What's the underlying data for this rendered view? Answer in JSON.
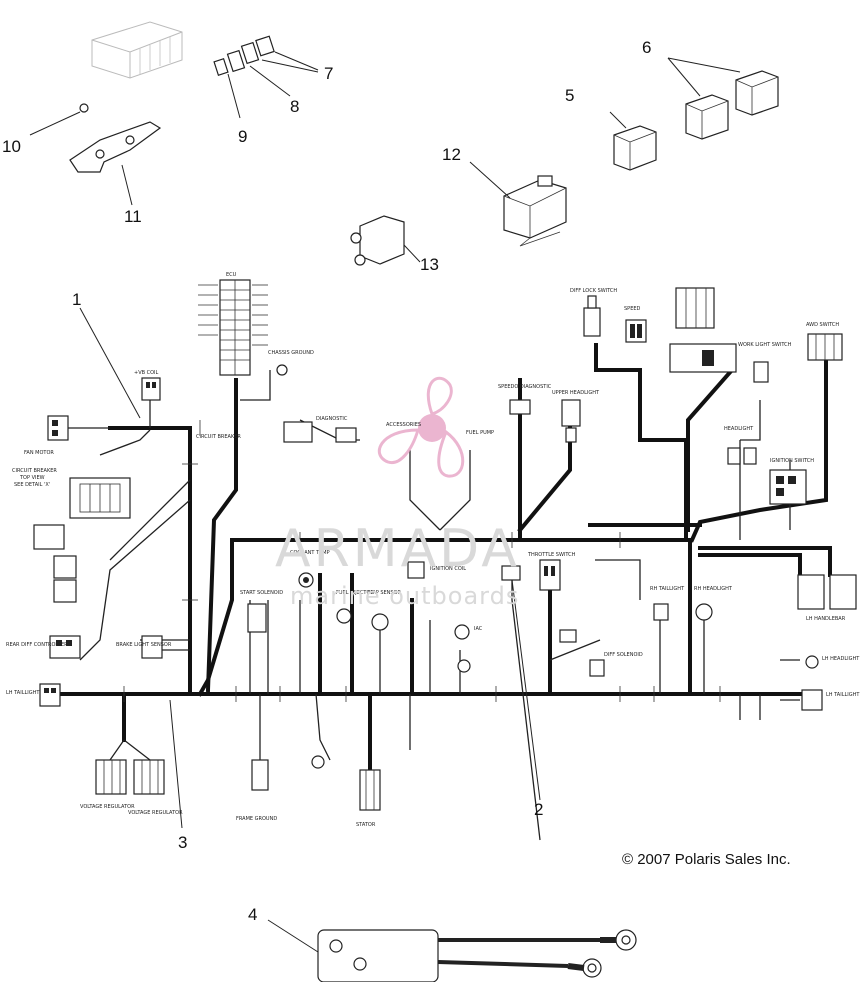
{
  "callouts": {
    "c1": "1",
    "c2": "2",
    "c3": "3",
    "c4": "4",
    "c5": "5",
    "c6": "6",
    "c7": "7",
    "c8": "8",
    "c9": "9",
    "c10": "10",
    "c11": "11",
    "c12": "12",
    "c13": "13"
  },
  "labels": {
    "ecu": "ECU",
    "coil": "+VB COIL",
    "fan_motor": "FAN MOTOR",
    "circuit_breaker": "CIRCUIT BREAKER",
    "top_view": "TOP VIEW",
    "see_detail": "SEE DETAIL 'X'",
    "circuit_breaker_2": "CIRCUIT BREAKER",
    "chassis_ground": "CHASSIS GROUND",
    "diagnostic": "DIAGNOSTIC",
    "accessories": "ACCESSORIES",
    "fuel_pump": "FUEL PUMP",
    "speedo_diagnostic": "SPEEDO DIAGNOSTIC",
    "upper_headlight": "UPPER HEADLIGHT",
    "diff_lock_switch": "DIFF LOCK SWITCH",
    "speed": "SPEED",
    "work_light_switch": "WORK LIGHT SWITCH",
    "headlight": "HEADLIGHT",
    "ignition_switch": "IGNITION SWITCH",
    "awd_switch": "AWD SWITCH",
    "coolant_temp": "COOLANT TEMP",
    "ignition_coil": "IGNITION COIL",
    "throttle_switch": "THROTTLE SWITCH",
    "start_solenoid": "START SOLENOID",
    "fuel_injector": "FUEL INJECTOR",
    "map_sensor": "MAP SENSOR",
    "tail_light_rh": "RH TAILLIGHT",
    "rh_headlight": "RH HEADLIGHT",
    "lh_handlebar": "LH HANDLEBAR",
    "rear_diff_controller": "REAR DIFF CONTROLLER",
    "brake_light_sensor": "BRAKE LIGHT SENSOR",
    "tac": "IAC",
    "diff_solenoid": "DIFF SOLENOID",
    "voltage_regulator_1": "VOLTAGE REGULATOR",
    "voltage_regulator_2": "VOLTAGE REGULATOR",
    "stator": "STATOR",
    "frame_ground": "FRAME GROUND",
    "lh_headlight": "LH HEADLIGHT",
    "lh_taillight": "LH TAILLIGHT",
    "lh_tail_right": "LH TAILLIGHT"
  },
  "copyright": "© 2007 Polaris Sales Inc.",
  "watermark": {
    "brand": "ARMADA",
    "tagline": "marine outboards",
    "logo_color": "#e8a9c8"
  },
  "colors": {
    "line": "#111111",
    "background": "#ffffff"
  }
}
